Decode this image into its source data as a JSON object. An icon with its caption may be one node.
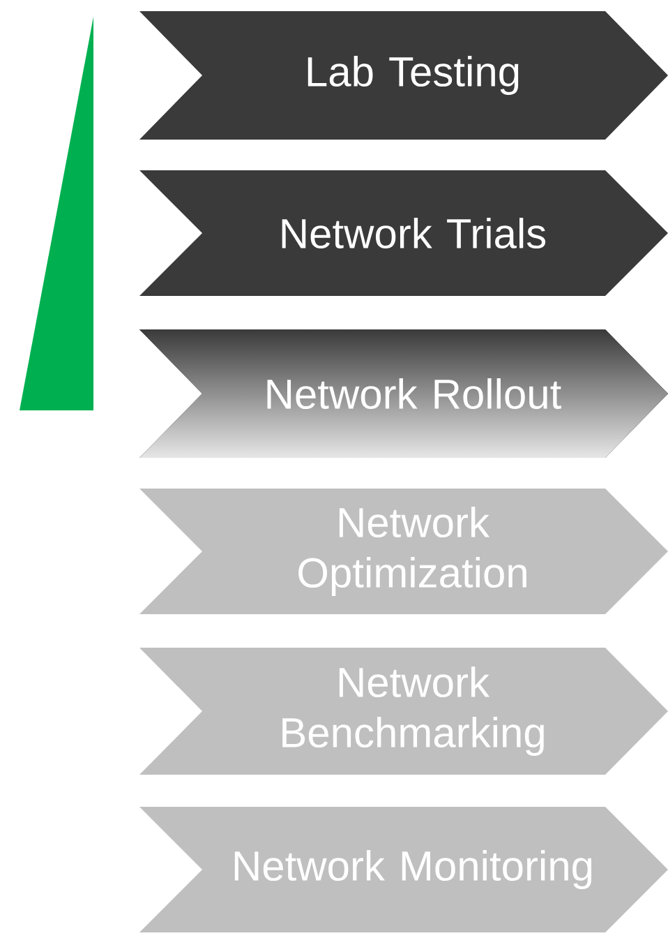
{
  "diagram": {
    "nodes": [
      {
        "text": [
          "Lab Testing"
        ]
      },
      {
        "text": [
          "Network Trials"
        ]
      },
      {
        "text": [
          "Network Rollout"
        ]
      },
      {
        "text": [
          "Network Optimization"
        ]
      },
      {
        "text": [
          "Network Benchmarking"
        ]
      },
      {
        "text": [
          "Network Monitoring"
        ]
      }
    ]
  }
}
